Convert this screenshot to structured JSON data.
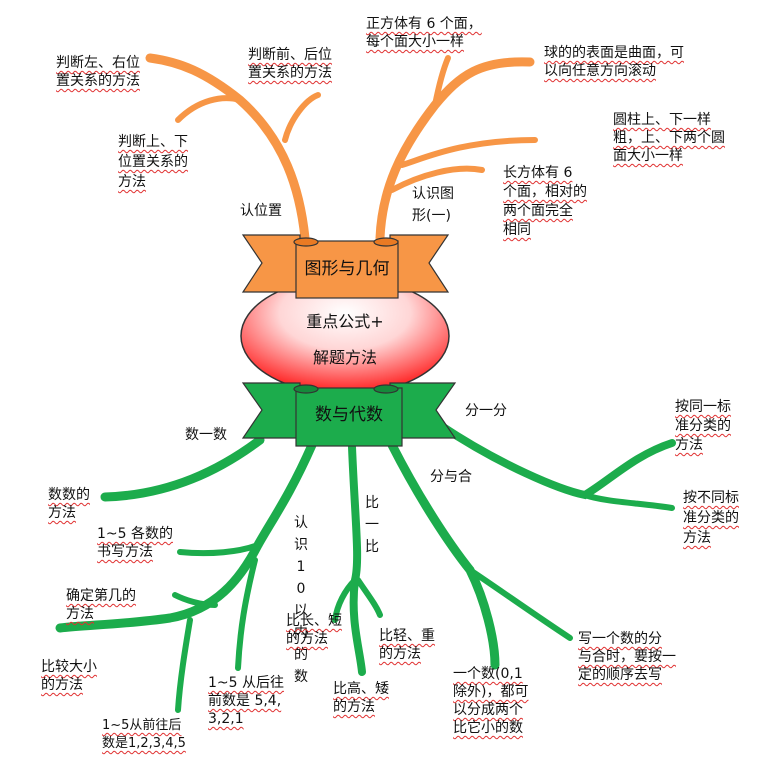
{
  "top_banner": {
    "title": "图形与几何"
  },
  "center": {
    "line1": "重点公式+",
    "line2": "解题方法"
  },
  "bottom_banner": {
    "title": "数与代数"
  },
  "top_left": {
    "branch": "认位置",
    "items": [
      "判断左、右位\n置关系的方法",
      "判断前、后位\n置关系的方法",
      "判断上、下\n位置关系的\n方法"
    ]
  },
  "top_right": {
    "branch": "认识图\n形(一)",
    "items": [
      "正方体有 6 个面，\n每个面大小一样",
      "球的的表面是曲面，可\n以向任意方向滚动",
      "圆柱上、下一样\n粗，上、下两个圆\n面大小一样",
      "长方体有 6\n个面，相对的\n两个面完全\n相同"
    ]
  },
  "bottom_left": {
    "branch": "数一数",
    "items": [
      "数数的\n方法",
      "1~5 各数的\n书写方法",
      "确定第几的\n方法",
      "比较大小\n的方法",
      "1~5 从后往\n前数是 5,4,\n3,2,1",
      "1~5从前往后\n数是1,2,3,4,5"
    ]
  },
  "bottom_middle": {
    "branch_recognize": "认识10以内的数",
    "branch_compare": "比一比",
    "items": [
      "比长、短\n的方法",
      "比轻、重\n的方法",
      "比高、矮\n的方法"
    ]
  },
  "bottom_right": {
    "branch_classify": "分一分",
    "branch_split": "分与合",
    "items": [
      "按同一标\n准分类的\n方法",
      "按不同标\n准分类的\n方法",
      "写一个数的分\n与合时，要按一\n定的顺序去写",
      "一个数(0,1\n除外)，都可\n以分成两个\n比它小的数"
    ]
  },
  "colors": {
    "orange": "#f79646",
    "green": "#1cac4c",
    "banner_orange": "#f79646",
    "banner_green": "#1cac4c"
  }
}
